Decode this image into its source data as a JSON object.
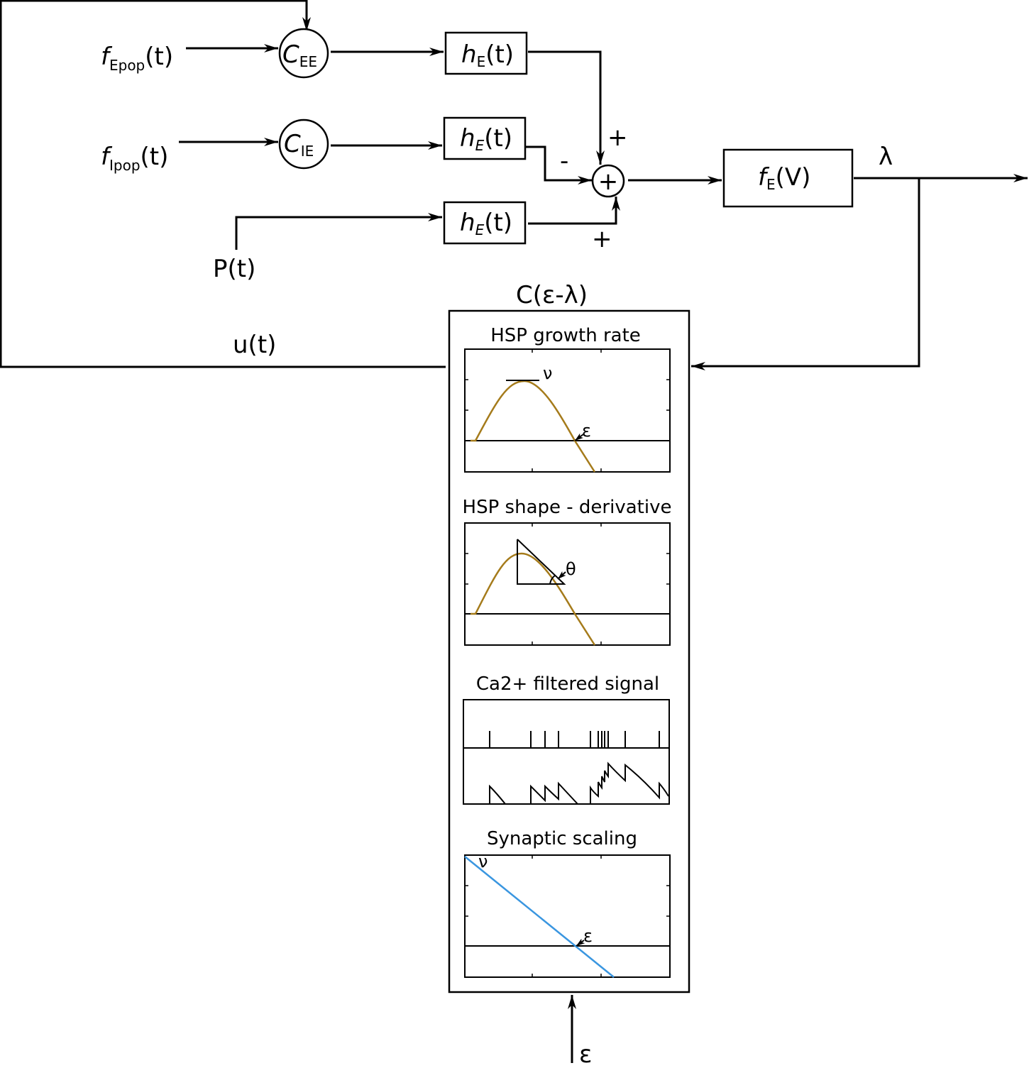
{
  "inputs": {
    "epop": {
      "main": "f",
      "sub": "Epop",
      "tail": "(t)"
    },
    "ipop": {
      "main": "f",
      "sub": "Ipop",
      "tail": "(t)"
    },
    "p": "P(t)"
  },
  "couplings": {
    "cee": {
      "main": "C",
      "sub": "EE"
    },
    "cie": {
      "main": "C",
      "sub": "IE"
    }
  },
  "filters": {
    "top": {
      "main": "h",
      "sub": "E",
      "tail": "(t)"
    },
    "mid": {
      "main": "h",
      "sub": "E",
      "tail": "(t)"
    },
    "bot": {
      "main": "h",
      "sub": "E",
      "tail": "(t)"
    }
  },
  "summer": {
    "symbol": "+",
    "sign_top": "+",
    "sign_mid": "-",
    "sign_bot": "+"
  },
  "transfer": {
    "main": "f",
    "sub": "E",
    "tail": "(V)"
  },
  "output_label": "λ",
  "controller": {
    "label": "C(ε-λ)",
    "panels": [
      {
        "title": "HSP growth rate",
        "annotations": [
          "ν",
          "ε"
        ]
      },
      {
        "title": "HSP shape - derivative",
        "annotations": [
          "θ"
        ]
      },
      {
        "title": "Ca2+ filtered signal",
        "annotations": []
      },
      {
        "title": "Synaptic scaling",
        "annotations": [
          "ν",
          "ε"
        ]
      }
    ]
  },
  "feedback_label": "u(t)",
  "setpoint_label": "ε",
  "colors": {
    "hsp_curve": "#a57b1b",
    "scaling_line": "#3a96e0"
  }
}
